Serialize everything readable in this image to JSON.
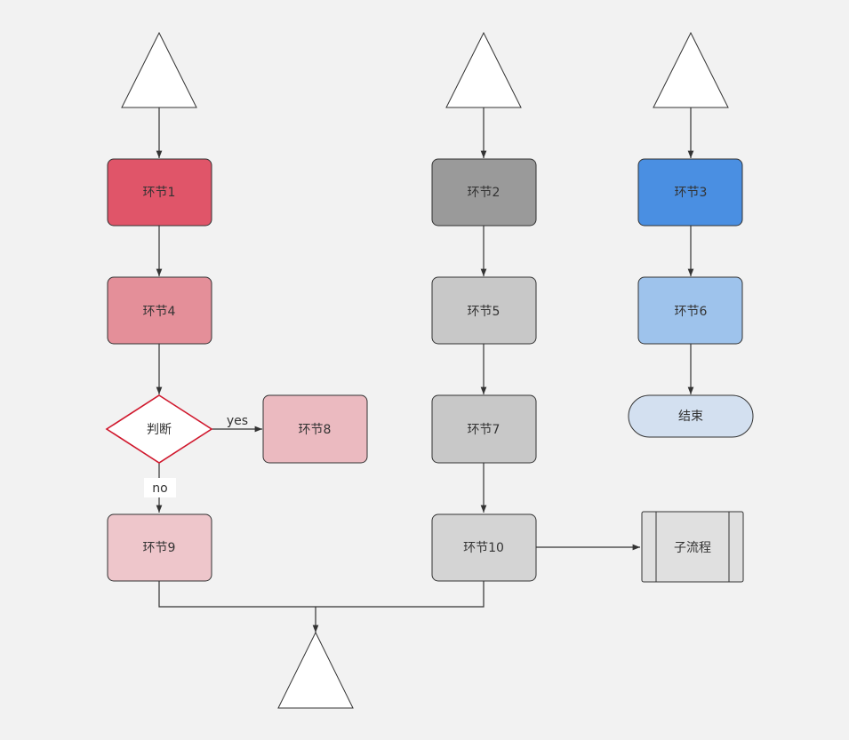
{
  "diagram": {
    "nodes": {
      "step1": {
        "label": "环节1",
        "fill": "#e05569"
      },
      "step2": {
        "label": "环节2",
        "fill": "#9a9a9a"
      },
      "step3": {
        "label": "环节3",
        "fill": "#4a8fe2"
      },
      "step4": {
        "label": "环节4",
        "fill": "#e48f99"
      },
      "step5": {
        "label": "环节5",
        "fill": "#c8c8c8"
      },
      "step6": {
        "label": "环节6",
        "fill": "#9ec3ec"
      },
      "decision": {
        "label": "判断",
        "stroke": "#d0182d"
      },
      "step8": {
        "label": "环节8",
        "fill": "#ebbac0"
      },
      "step7": {
        "label": "环节7",
        "fill": "#c8c8c8"
      },
      "end": {
        "label": "结束",
        "fill": "#d3e0f0"
      },
      "step9": {
        "label": "环节9",
        "fill": "#eec6cb"
      },
      "step10": {
        "label": "环节10",
        "fill": "#d4d4d4"
      },
      "subprocess": {
        "label": "子流程",
        "fill": "#e0e0e0"
      }
    },
    "edge_labels": {
      "yes": "yes",
      "no": "no"
    }
  }
}
